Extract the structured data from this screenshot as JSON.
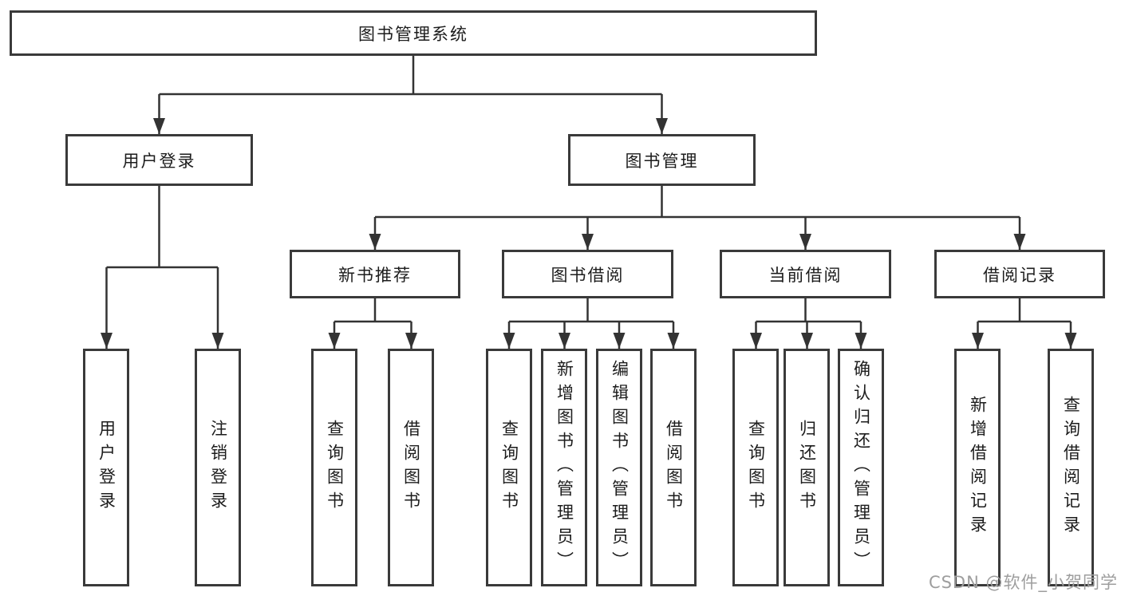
{
  "diagram": {
    "root": {
      "label": "图书管理系统",
      "children": [
        {
          "label": "用户登录",
          "children": [
            {
              "label": "用户登录"
            },
            {
              "label": "注销登录"
            }
          ]
        },
        {
          "label": "图书管理",
          "children": [
            {
              "label": "新书推荐",
              "children": [
                {
                  "label": "查询图书"
                },
                {
                  "label": "借阅图书"
                }
              ]
            },
            {
              "label": "图书借阅",
              "children": [
                {
                  "label": "查询图书"
                },
                {
                  "label": "新增图书（管理员）"
                },
                {
                  "label": "编辑图书（管理员）"
                },
                {
                  "label": "借阅图书"
                }
              ]
            },
            {
              "label": "当前借阅",
              "children": [
                {
                  "label": "查询图书"
                },
                {
                  "label": "归还图书"
                },
                {
                  "label": "确认归还（管理员）"
                }
              ]
            },
            {
              "label": "借阅记录",
              "children": [
                {
                  "label": "新增借阅记录"
                },
                {
                  "label": "查询借阅记录"
                }
              ]
            }
          ]
        }
      ]
    },
    "watermark": "CSDN @软件_小贺同学",
    "colors": {
      "line": "#333333",
      "box_border": "#3a3a3a",
      "text": "#1c1c1c",
      "watermark": "#9e9e9e",
      "background": "#ffffff"
    }
  }
}
